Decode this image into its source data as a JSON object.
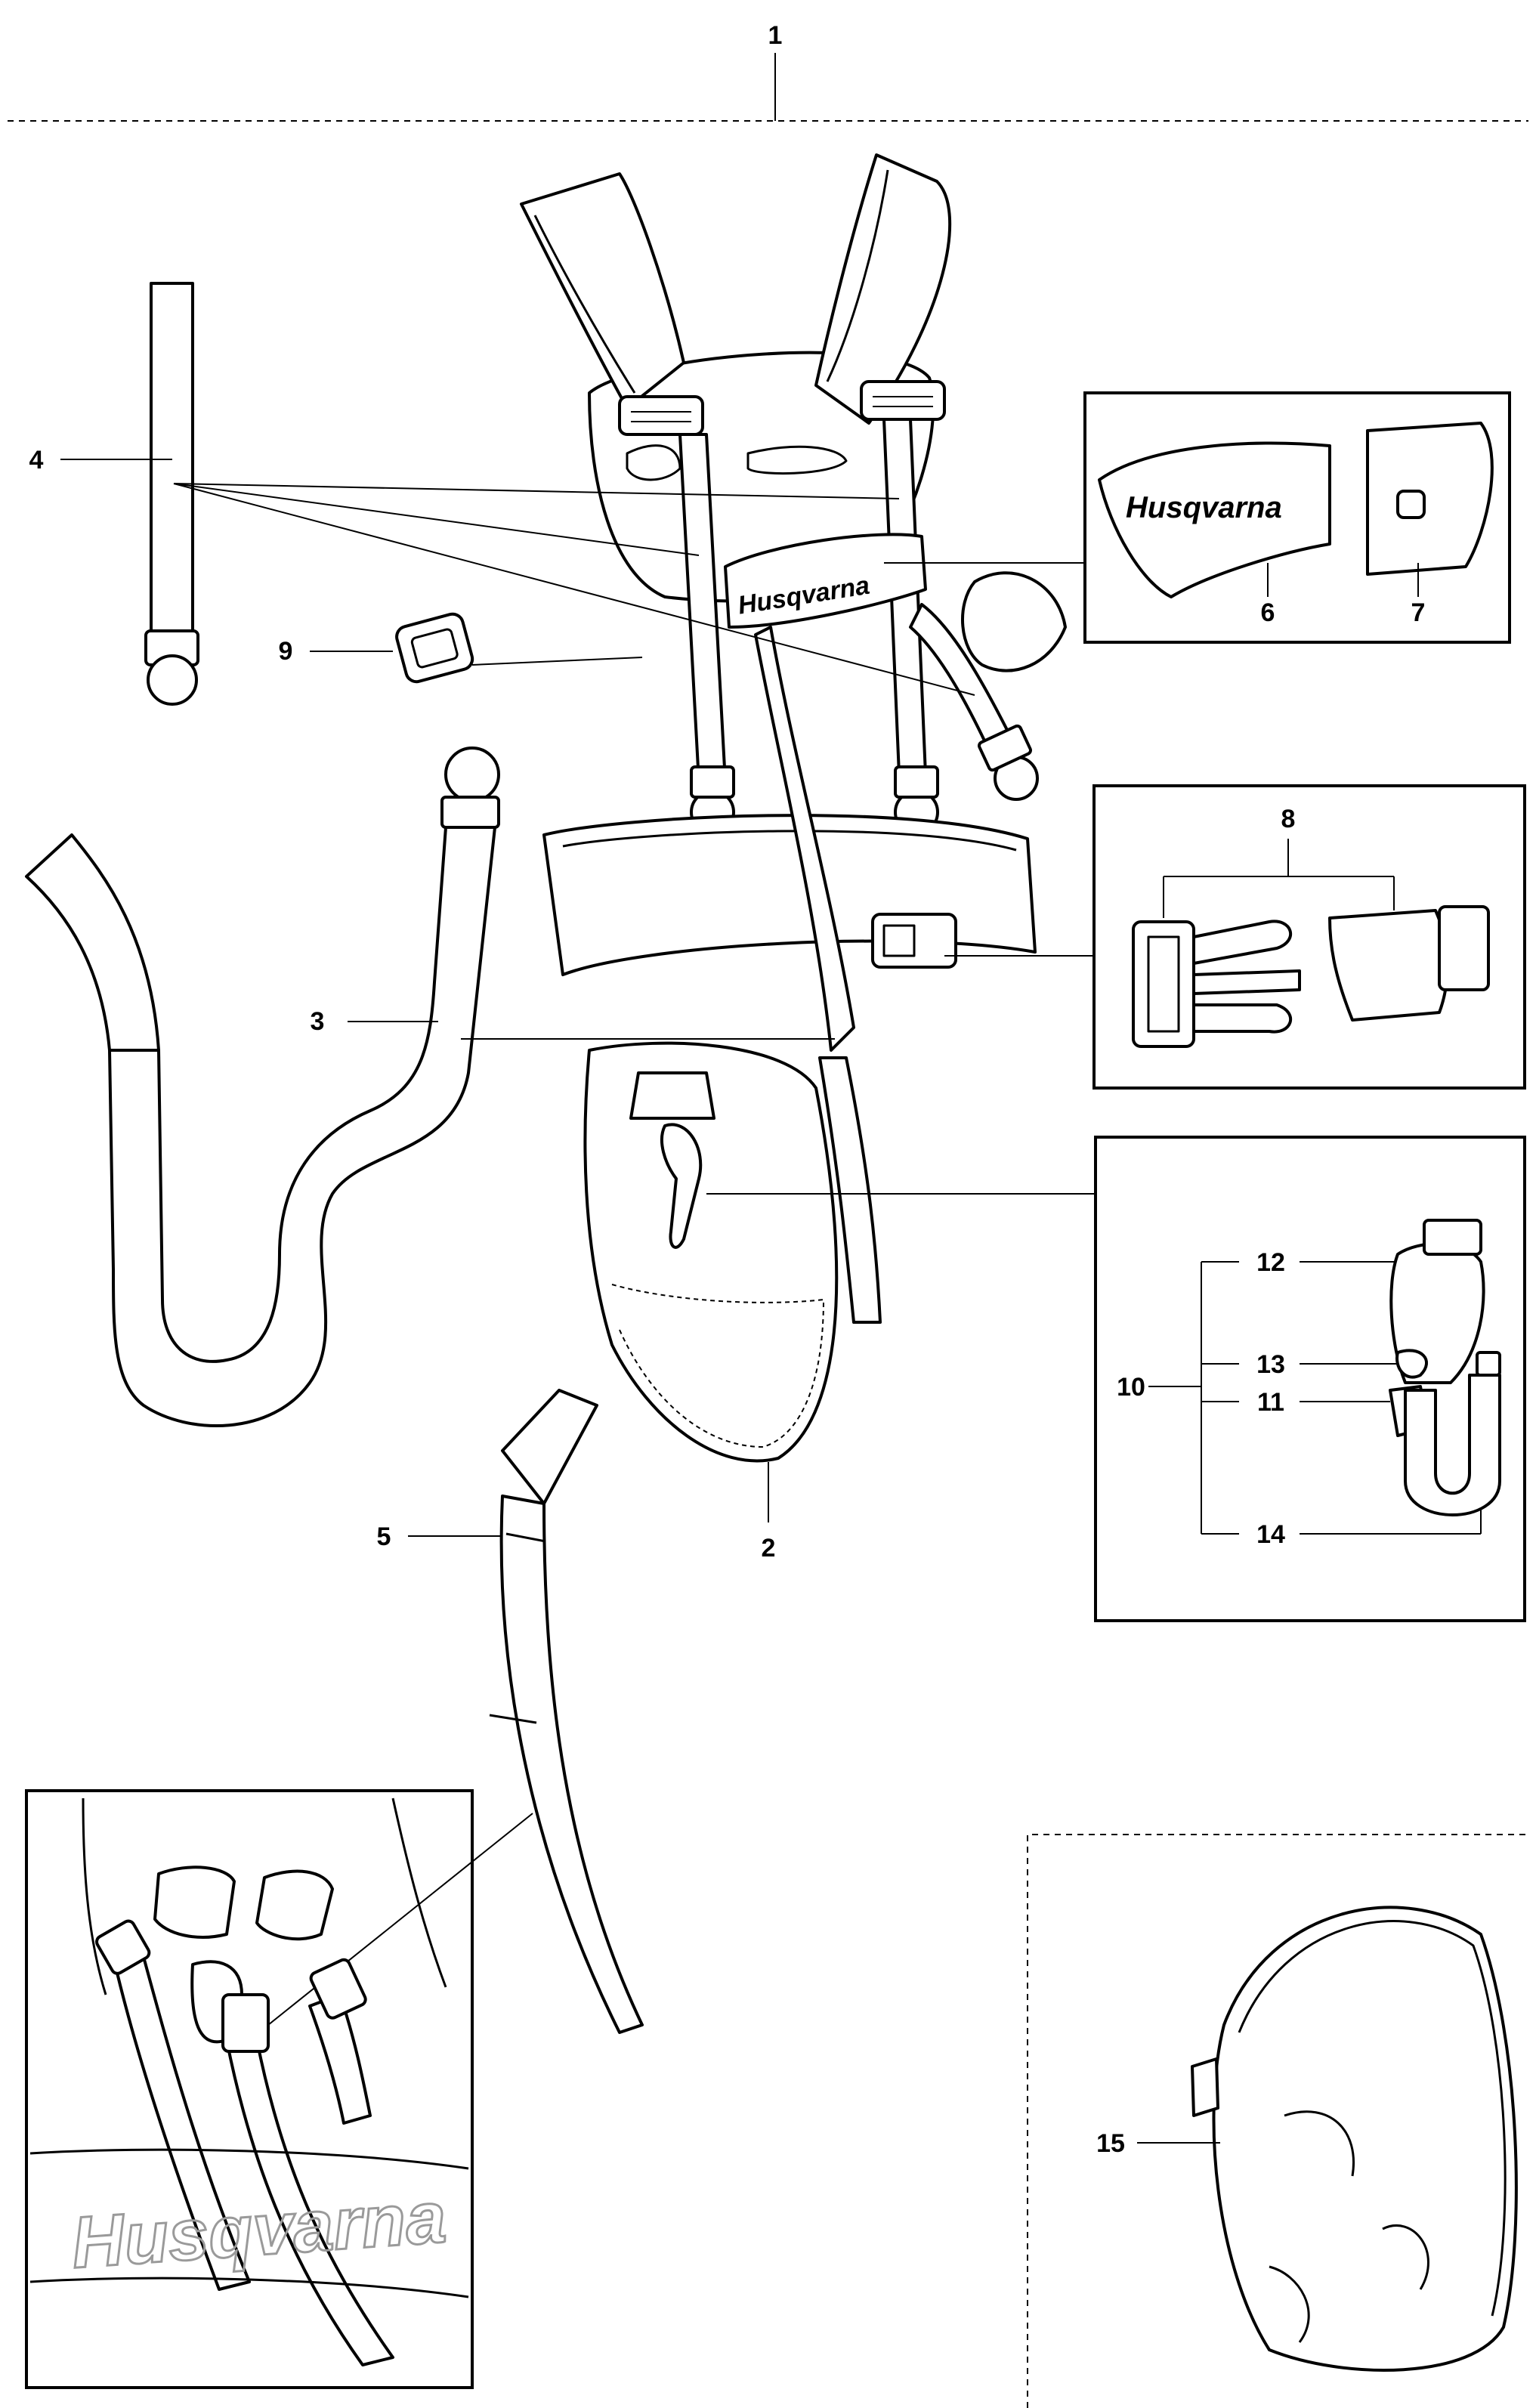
{
  "callouts": {
    "c1": "1",
    "c2": "2",
    "c3": "3",
    "c4": "4",
    "c5": "5",
    "c6": "6",
    "c7": "7",
    "c8": "8",
    "c9": "9",
    "c10": "10",
    "c11": "11",
    "c12": "12",
    "c13": "13",
    "c14": "14",
    "c15": "15"
  },
  "brand_text": "Husqvarna",
  "colors": {
    "line": "#000000",
    "background": "#ffffff",
    "ghost_brand": "#9a9a9a"
  }
}
